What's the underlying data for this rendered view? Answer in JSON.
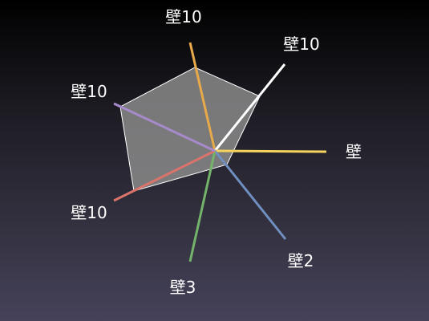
{
  "diagram": {
    "colors": {
      "background_top": "#000000",
      "background_bottom": "#45425a",
      "polygon_fill": "#8a8a8a",
      "polygon_stroke": "#ffffff"
    },
    "spokes": [
      {
        "label": "壁10",
        "color": "#e8a94a"
      },
      {
        "label": "壁10",
        "color": "#ffffff"
      },
      {
        "label": "壁",
        "color": "#f4d35e"
      },
      {
        "label": "壁2",
        "color": "#6f8fc0"
      },
      {
        "label": "壁3",
        "color": "#74b36a"
      },
      {
        "label": "壁10",
        "color": "#d9736b"
      },
      {
        "label": "壁10",
        "color": "#a68ac9"
      }
    ]
  }
}
